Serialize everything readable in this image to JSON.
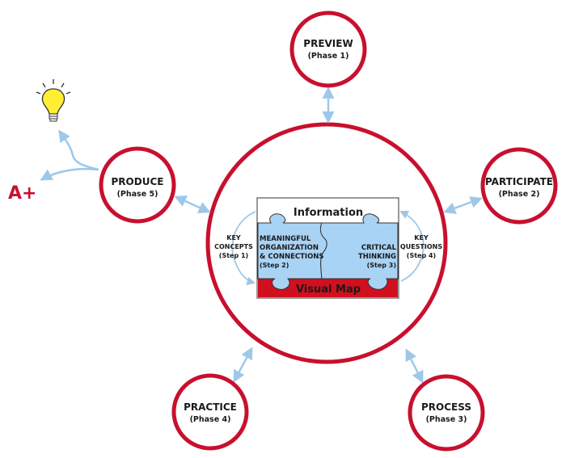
{
  "phases": {
    "preview": {
      "title": "PREVIEW",
      "sub": "(Phase 1)"
    },
    "participate": {
      "title": "PARTICIPATE",
      "sub": "(Phase 2)"
    },
    "process": {
      "title": "PROCESS",
      "sub": "(Phase 3)"
    },
    "practice": {
      "title": "PRACTICE",
      "sub": "(Phase 4)"
    },
    "produce": {
      "title": "PRODUCE",
      "sub": "(Phase 5)"
    }
  },
  "center": {
    "key_concepts": {
      "line1": "KEY",
      "line2": "CONCEPTS",
      "step": "(Step 1)"
    },
    "key_questions": {
      "line1": "KEY",
      "line2": "QUESTIONS",
      "step": "(Step 4)"
    },
    "information": "Information",
    "visual_map": "Visual Map",
    "meaningful": {
      "line1": "MEANINGFUL",
      "line2": "ORGANIZATION",
      "line3": "& CONNECTIONS",
      "step": "(Step 2)"
    },
    "critical": {
      "line1": "CRITICAL",
      "line2": "THINKING",
      "step": "(Step 3)"
    }
  },
  "outcome": {
    "grade": "A+",
    "icon": "lightbulb-icon"
  },
  "colors": {
    "ring": "#c8102e",
    "arrow": "#9dc8ea",
    "puzzle_blue": "#a9d3f5",
    "map_red": "#d0101e",
    "bulb": "#ffee33"
  }
}
